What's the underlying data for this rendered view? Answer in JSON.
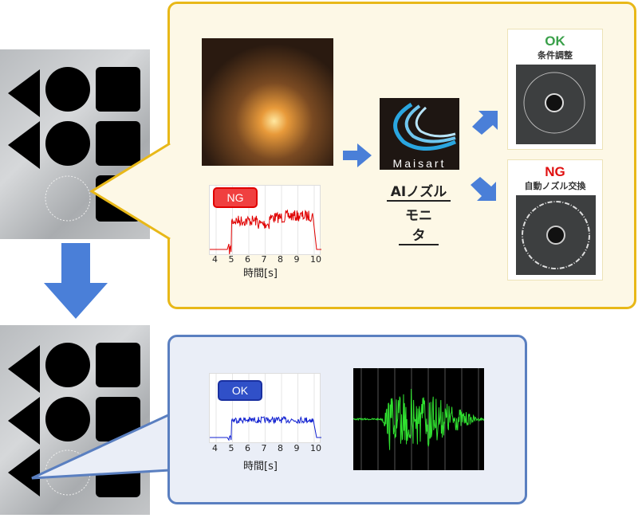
{
  "top_panel": {
    "graph": {
      "badge": "NG",
      "badge_color": "#f04040",
      "line_color": "#e00000",
      "x_ticks": [
        "4",
        "5",
        "6",
        "7",
        "8",
        "9",
        "10"
      ],
      "xlabel": "時間[s]"
    },
    "logo": {
      "text": "Maisart"
    },
    "ai_label": {
      "line1": "AIノズル",
      "line2": "モニタ"
    },
    "ok_card": {
      "status": "OK",
      "status_color": "#3aa04a",
      "caption": "条件調整"
    },
    "ng_card": {
      "status": "NG",
      "status_color": "#e01010",
      "caption": "自動ノズル交換"
    }
  },
  "bottom_panel": {
    "graph": {
      "badge": "OK",
      "badge_color": "#3050c8",
      "line_color": "#1020d0",
      "x_ticks": [
        "4",
        "5",
        "6",
        "7",
        "8",
        "9",
        "10"
      ],
      "xlabel": "時間[s]"
    },
    "waveform_color": "#30e030"
  },
  "colors": {
    "yellow_border": "#e8b818",
    "blue_border": "#5a7fc0",
    "arrow": "#4a7fd8"
  }
}
